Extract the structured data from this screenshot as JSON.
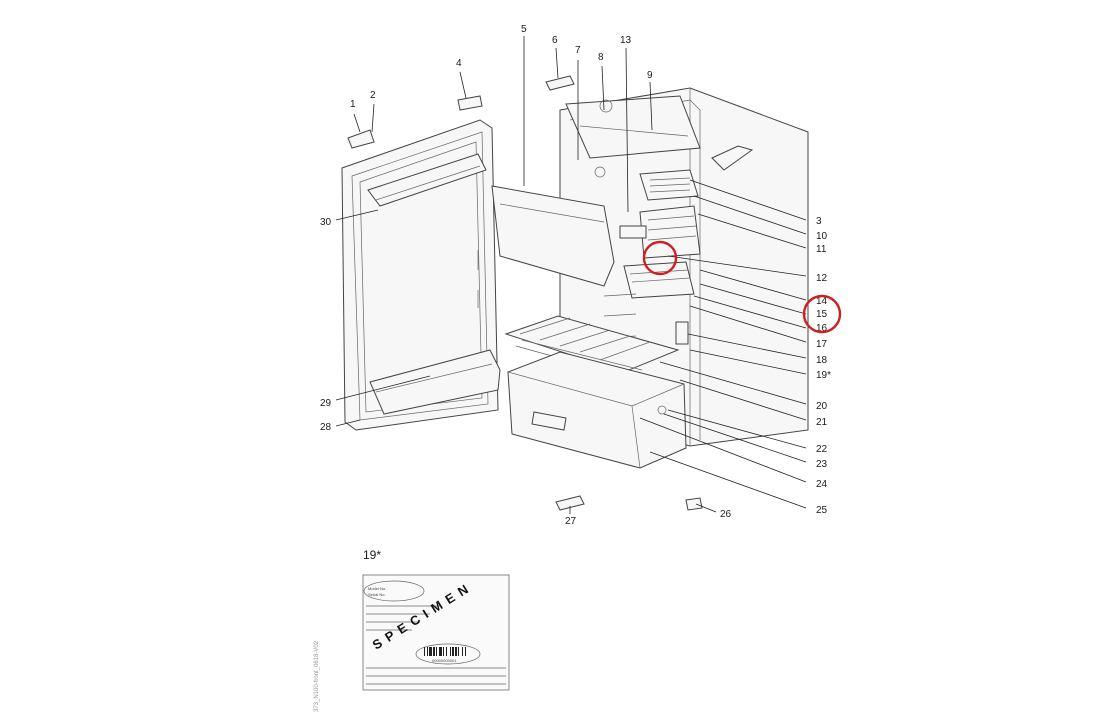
{
  "part_labels": [
    "1",
    "2",
    "3",
    "4",
    "5",
    "6",
    "7",
    "8",
    "9",
    "10",
    "11",
    "12",
    "13",
    "14",
    "15",
    "16",
    "17",
    "18",
    "19*",
    "20",
    "21",
    "22",
    "23",
    "24",
    "25",
    "26",
    "27",
    "28",
    "29",
    "30"
  ],
  "detail": {
    "title": "19*",
    "watermark": "SPECIMEN",
    "plate_lines": [
      "Model No.",
      "Serial No."
    ],
    "barcode_number": "00000000001"
  },
  "side_code": "373_N100-front_0618-V02",
  "highlight_color": "#d11f1f",
  "highlighted_labels": [
    "15"
  ]
}
